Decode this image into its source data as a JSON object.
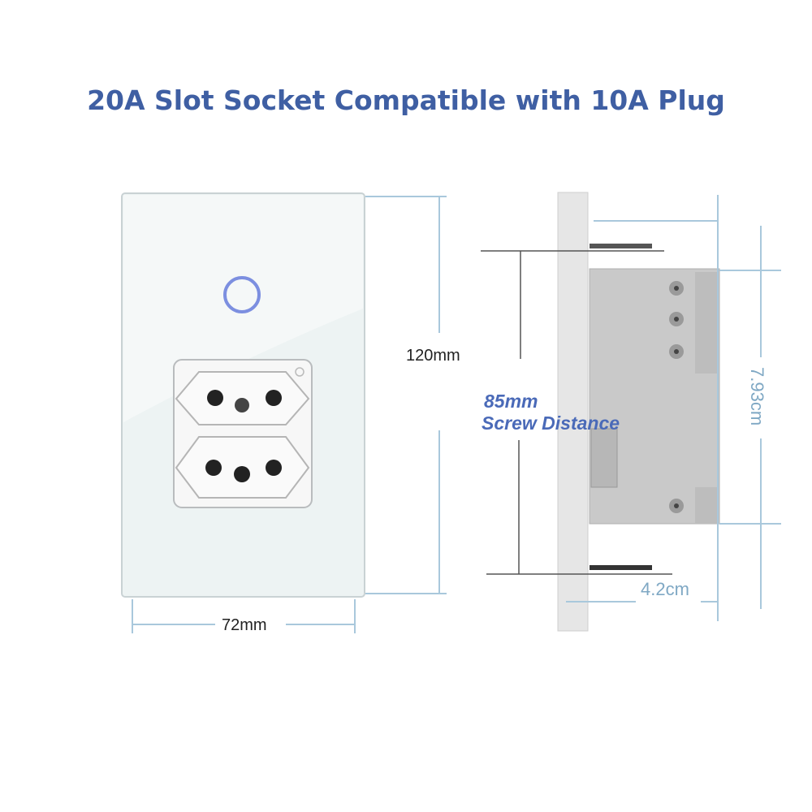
{
  "title": "20A Slot Socket Compatible with 10A Plug",
  "front_view": {
    "height_label": "120mm",
    "width_label": "72mm"
  },
  "side_view": {
    "screw_distance_value": "85mm",
    "screw_distance_label": "Screw Distance",
    "height_label": "7.93cm",
    "depth_label": "4.2cm"
  },
  "colors": {
    "title": "#3f5fa3",
    "dimension_lines": "#a9c8dc",
    "annotation": "#4a6ab8"
  }
}
